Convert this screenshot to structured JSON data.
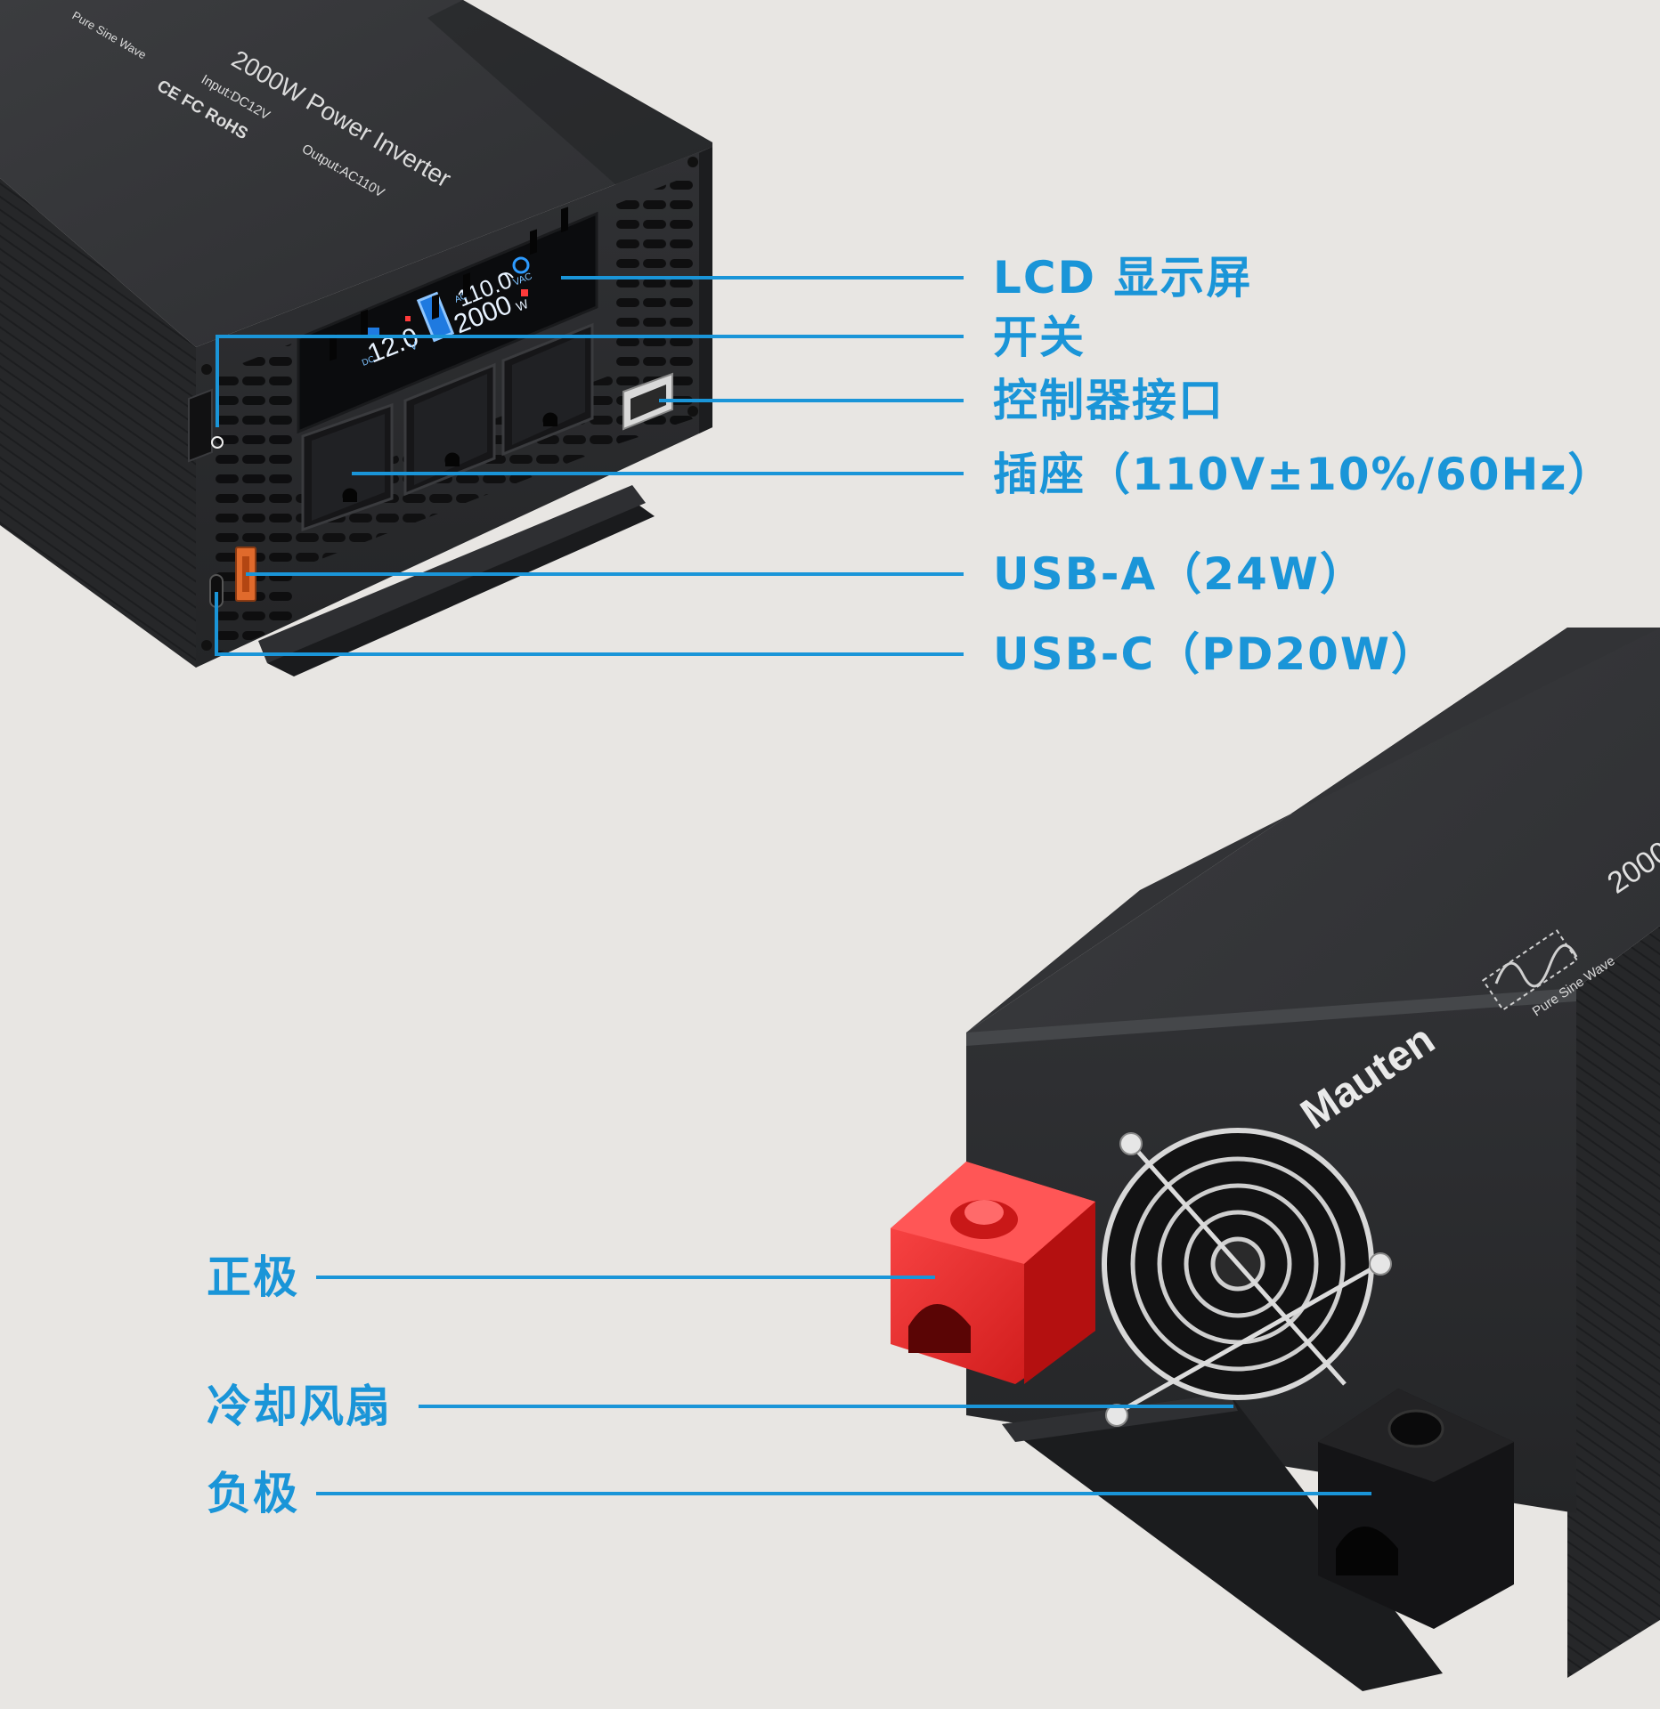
{
  "colors": {
    "background": "#e8e6e3",
    "accent": "#1a95d8",
    "case": "#2a2b2d",
    "positive_terminal": "#e32525",
    "usb_port": "#e06a2c",
    "lcd_text": "#e8f3ff"
  },
  "top_inverter": {
    "brand_logo": "Pure Sine Wave",
    "model": "2000W Power Inverter",
    "input": "Input:DC12V",
    "output": "Output:AC110V",
    "certifications": "CE FC RoHS",
    "lcd": {
      "input_voltage": "12.0",
      "input_unit": "V",
      "output_voltage": "110.0",
      "output_unit": "VAC",
      "power": "2000",
      "power_unit": "W",
      "dc_tag": "DC",
      "ac_tag": "AC"
    }
  },
  "bottom_inverter": {
    "brand": "Mauten",
    "logo_text": "Pure Sine Wave",
    "model_partial": "2000"
  },
  "callouts": {
    "lcd": "LCD 显示屏",
    "switch": "开关",
    "controller_port": "控制器接口",
    "socket": "插座（110V±10%/60Hz）",
    "usb_a": "USB-A（24W）",
    "usb_c": "USB-C（PD20W）",
    "positive": "正极",
    "fan": "冷却风扇",
    "negative": "负极"
  }
}
